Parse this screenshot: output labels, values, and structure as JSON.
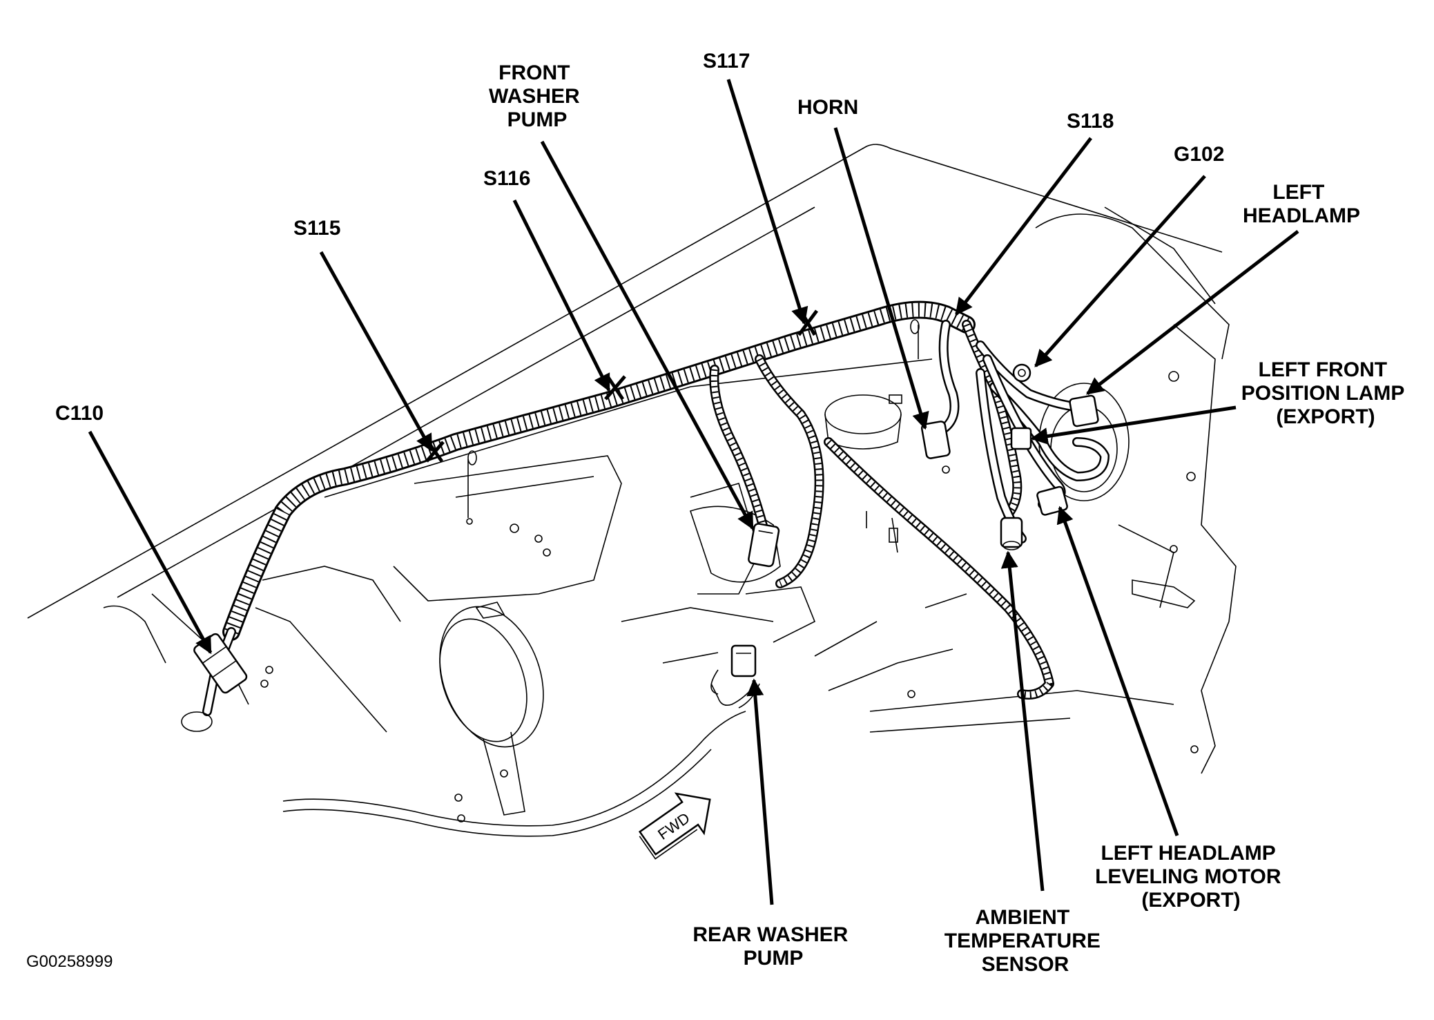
{
  "labels": {
    "c110": "C110",
    "s115": "S115",
    "s116": "S116",
    "front_washer_pump": [
      "FRONT",
      "WASHER",
      "PUMP"
    ],
    "s117": "S117",
    "horn": "HORN",
    "s118": "S118",
    "g102": "G102",
    "left_headlamp": [
      "LEFT",
      "HEADLAMP"
    ],
    "left_front_position_lamp": [
      "LEFT FRONT",
      "POSITION LAMP",
      "(EXPORT)"
    ],
    "left_headlamp_leveling_motor": [
      "LEFT HEADLAMP",
      "LEVELING MOTOR",
      "(EXPORT)"
    ],
    "ambient_temperature_sensor": [
      "AMBIENT",
      "TEMPERATURE",
      "SENSOR"
    ],
    "rear_washer_pump": [
      "REAR WASHER",
      "PUMP"
    ],
    "fwd_arrow": "FWD"
  },
  "figure_code": "G00258999",
  "colors": {
    "ink": "#000000",
    "paper": "#ffffff"
  }
}
